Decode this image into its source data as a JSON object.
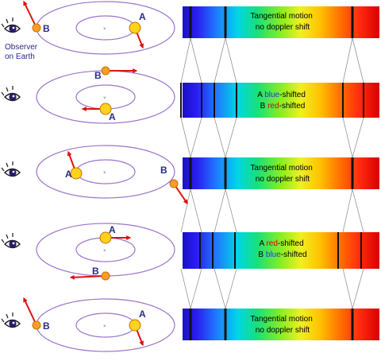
{
  "observer_caption": [
    "Observer",
    "on Earth"
  ],
  "colors": {
    "orbit": "#9a74c9",
    "arrow": "#e01010",
    "star_fill": "#ffd21c",
    "star_alt_fill": "#ff9c2a",
    "star_stroke": "#c27400",
    "label": "#2a2a8a",
    "blue_word": "#1a3ed8",
    "red_word": "#e00000",
    "connector": "#888888"
  },
  "icons": {
    "observer": "eye-icon"
  },
  "panels": [
    {
      "id": "1",
      "star_a": {
        "label": "A"
      },
      "star_b": {
        "label": "B"
      },
      "band_lines": [
        [
          {
            "text": "Tangential motion",
            "color": "#000000"
          }
        ],
        [
          {
            "text": "no doppler shift",
            "color": "#000000"
          }
        ]
      ]
    },
    {
      "id": "2",
      "star_a": {
        "label": "A"
      },
      "star_b": {
        "label": "B"
      },
      "band_lines": [
        [
          {
            "text": "A ",
            "color": "#000000"
          },
          {
            "text": "blue",
            "color": "#1a3ed8"
          },
          {
            "text": "-shifted",
            "color": "#000000"
          }
        ],
        [
          {
            "text": "B ",
            "color": "#000000"
          },
          {
            "text": "red",
            "color": "#e00000"
          },
          {
            "text": "-shifted",
            "color": "#000000"
          }
        ]
      ]
    },
    {
      "id": "3",
      "star_a": {
        "label": "A"
      },
      "star_b": {
        "label": "B"
      },
      "band_lines": [
        [
          {
            "text": "Tangential motion",
            "color": "#000000"
          }
        ],
        [
          {
            "text": "no doppler shift",
            "color": "#000000"
          }
        ]
      ]
    },
    {
      "id": "4",
      "star_a": {
        "label": "A"
      },
      "star_b": {
        "label": "B"
      },
      "band_lines": [
        [
          {
            "text": "A ",
            "color": "#000000"
          },
          {
            "text": "red",
            "color": "#e00000"
          },
          {
            "text": "-shifted",
            "color": "#000000"
          }
        ],
        [
          {
            "text": "B ",
            "color": "#000000"
          },
          {
            "text": "blue",
            "color": "#1a3ed8"
          },
          {
            "text": "-shifted",
            "color": "#000000"
          }
        ]
      ]
    },
    {
      "id": "5",
      "star_a": {
        "label": "A"
      },
      "star_b": {
        "label": "B"
      },
      "band_lines": [
        [
          {
            "text": "Tangential motion",
            "color": "#000000"
          }
        ],
        [
          {
            "text": "no doppler shift",
            "color": "#000000"
          }
        ]
      ]
    }
  ]
}
